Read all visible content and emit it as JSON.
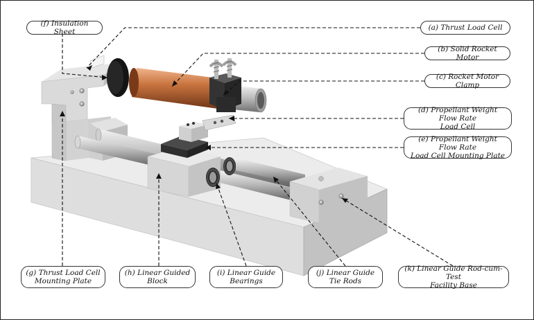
{
  "labels": {
    "a": "(a) Thrust Load Cell",
    "b": "(b) Solid Rocket Motor",
    "c": "(c) Rocket Motor Clamp",
    "d": "(d) Propellant Weight Flow Rate\nLoad Cell",
    "e": "(e) Propellant Weight Flow Rate\nLoad Cell Mounting Plate",
    "f": "(f) Insulation Sheet",
    "g": "(g) Thrust Load Cell\nMounting Plate",
    "h": "(h) Linear Guided\nBlock",
    "i": "(i) Linear Guide\nBearings",
    "j": "(j) Linear Guide\nTie Rods",
    "k": "(k) Linear Guide Rod-cum-Test\nFacility Base"
  }
}
